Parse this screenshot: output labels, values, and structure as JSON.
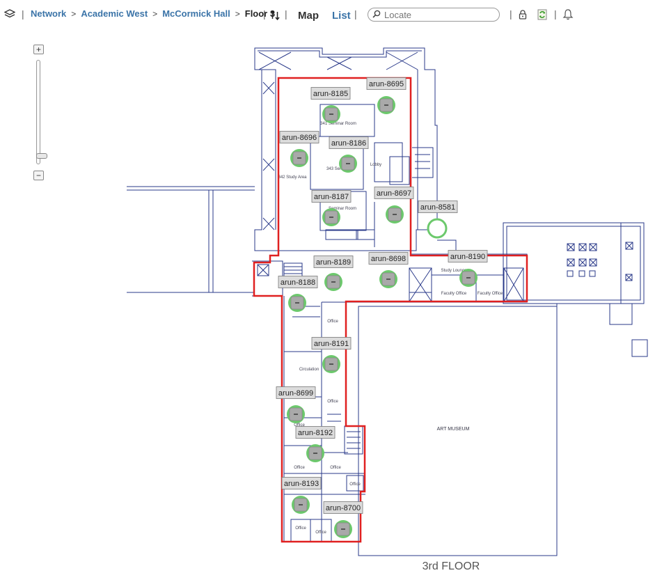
{
  "breadcrumb": {
    "items": [
      "Network",
      "Academic West",
      "McCormick Hall"
    ],
    "current": "Floor 3",
    "separator": ">",
    "pipe": "|"
  },
  "view": {
    "map_label": "Map",
    "list_label": "List"
  },
  "search": {
    "placeholder": "Locate"
  },
  "icons": {
    "layers": "layers-icon",
    "sort": "sort-arrows-icon",
    "search": "search-icon",
    "lock": "lock-icon",
    "refresh": "refresh-icon",
    "bell": "bell-icon"
  },
  "zoom": {
    "in_label": "+",
    "out_label": "−",
    "level_fraction": 0.05
  },
  "floorplan": {
    "floor_label": "3rd  FLOOR",
    "museum_label": "ART MUSEUM",
    "rooms": [
      "341 Seminar Room",
      "342 Study Area",
      "343 Seminar",
      "Seminar Room",
      "Lobby",
      "Study Lounge",
      "Faculty Office",
      "Faculty Office",
      "Office",
      "Circulation",
      "Office",
      "Office",
      "Office",
      "Office",
      "Office",
      "Office",
      "Office"
    ]
  },
  "access_points": [
    {
      "name": "arun-8185",
      "status": "up"
    },
    {
      "name": "arun-8695",
      "status": "up"
    },
    {
      "name": "arun-8696",
      "status": "up"
    },
    {
      "name": "arun-8186",
      "status": "up"
    },
    {
      "name": "arun-8187",
      "status": "up"
    },
    {
      "name": "arun-8697",
      "status": "up"
    },
    {
      "name": "arun-8581",
      "status": "unknown"
    },
    {
      "name": "arun-8189",
      "status": "up"
    },
    {
      "name": "arun-8698",
      "status": "up"
    },
    {
      "name": "arun-8190",
      "status": "up"
    },
    {
      "name": "arun-8188",
      "status": "up"
    },
    {
      "name": "arun-8191",
      "status": "up"
    },
    {
      "name": "arun-8699",
      "status": "up"
    },
    {
      "name": "arun-8192",
      "status": "up"
    },
    {
      "name": "arun-8193",
      "status": "up"
    },
    {
      "name": "arun-8700",
      "status": "up"
    }
  ],
  "colors": {
    "link": "#3b74a8",
    "boundary": "#e02020",
    "walls": "#2a3a8a",
    "ap_ring": "#6cc96c",
    "ap_device": "#a9a9a9",
    "label_bg": "#dcdcdc"
  }
}
